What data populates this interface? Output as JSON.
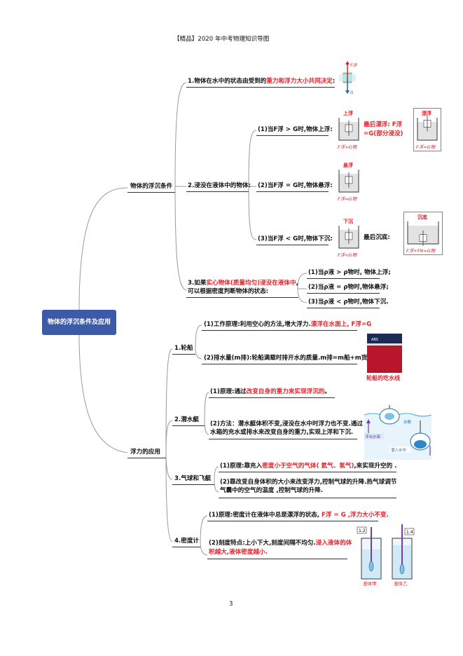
{
  "header": "【精品】2020 年中考物理知识导图",
  "page_number": "3",
  "root": "物体的浮沉条件及应用",
  "b1": {
    "title": "物体的浮沉条件",
    "c1": {
      "pre": "1.物体在水中的状态由受到的",
      "red": "重力和浮力大小共同决定",
      "post": ":"
    },
    "c2": {
      "title": "2.浸没在液体中的物体:",
      "s1": "(1)当F浮 > G时,物体上浮:",
      "s1_final_red1": "最后漂浮: F浮",
      "s1_final_red2": "=G(部分浸没)",
      "s2": "(2)当F浮 = G时,物体悬浮:",
      "s3": "(3)当F浮 < G时,物体下沉:",
      "s3_final": "最后沉底:"
    },
    "c3": {
      "l1_pre": "3.如果",
      "l1_red": "实心物体(质量均匀)浸没在液体中",
      "l2": "可以根据密度判断物体的状态:",
      "o1": "(1)当ρ液 > ρ物时, 物体上浮;",
      "o2": "(2)当ρ液 = ρ物时,物体悬浮;",
      "o3": "(3)当ρ液 < ρ物时,物体下沉."
    }
  },
  "b2": {
    "title": "浮力的应用",
    "ship": {
      "title": "1.轮船",
      "s1_pre": "(1)工作原理:利用空心的方法,增大浮力.",
      "s1_red": "漂浮在水面上, F浮=G",
      "s2": "(2)排水量(m排):轮船满载时排开水的质量.m排=m船+m货",
      "caption": "轮船的吃水线"
    },
    "sub": {
      "title": "2.潜水艇",
      "s1_pre": "(1)原理:通过",
      "s1_red": "改变自身的重力来实现浮沉的",
      "s1_post": "。",
      "s2_l1": "(2)方法：潜水艇体积不变,浸没在水中时浮力也不变.通过",
      "s2_l2": "水箱的充水或排水来改变自身的重力,实现上浮和下沉.",
      "fig_water": "水舱",
      "fig_up": "浮出水面",
      "fig_down": "潜入水中"
    },
    "balloon": {
      "title": "3.气球和飞艇",
      "s1_pre": "(1)原理:靠充入",
      "s1_red": "密度小于空气的气体( 氦气、氢气)",
      "s1_post": ",来实现升空的 .",
      "s2_l1": "(2)靠改变自身体积的大小来改变浮力,控制气球的升降.热气球调节",
      "s2_l2": "气囊中的空气的温度 ,控制气球的升降."
    },
    "hydro": {
      "title": "4.密度计",
      "s1_pre": "(1)原理:密度计在液体中总是漂浮的状态,",
      "s1_red": " F浮 = G ,浮力大小不变.",
      "s2_l1_pre": "(2)刻度特点:上小下大,刻度间隔不均匀.",
      "s2_l1_red": "浸入液体的体",
      "s2_l2_red": "积越大,液体密度越小.",
      "fig_v1": "1.2",
      "fig_v2": "1.4",
      "fig_a": "液体甲",
      "fig_b": "液体乙"
    }
  },
  "figs": {
    "F_float": "F浮",
    "G": "G",
    "rise": "上浮",
    "float": "漂浮",
    "suspend": "悬浮",
    "sink": "下沉",
    "bottom": "沉底",
    "cap_rise": "F浮>G物",
    "cap_float": "F浮=G物",
    "cap_susp": "F浮=G物",
    "cap_sink": "F浮<G物",
    "cap_bottom": "F浮+FN=G物"
  }
}
